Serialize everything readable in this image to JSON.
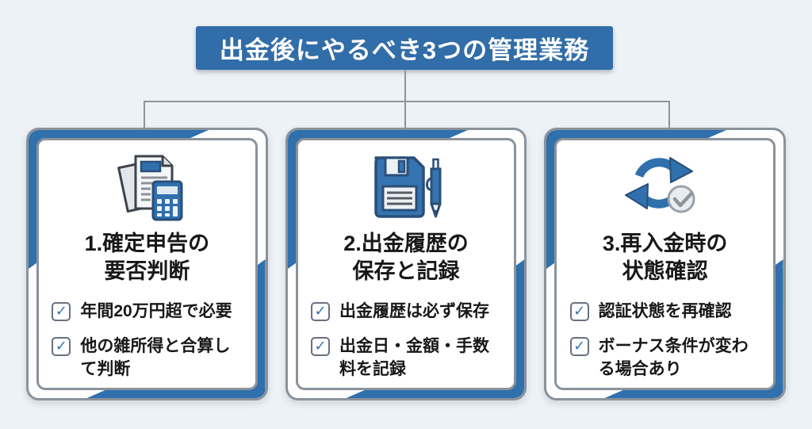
{
  "page": {
    "background": "#edf2f6"
  },
  "colors": {
    "banner_bg": "#316da8",
    "accent_blue": "#3070ad",
    "frame_border": "#8b929a",
    "connector_gray": "#8f9499",
    "checkbox_border": "#687180",
    "check_blue": "#2f76b6",
    "text": "#17181a"
  },
  "header": {
    "title": "出金後にやるべき3つの管理業務"
  },
  "checkbox_mark": "✓",
  "cards": [
    {
      "icon": "documents-calculator-icon",
      "title": "1.確定申告の\n要否判断",
      "items": [
        {
          "text": "年間20万円超で必要"
        },
        {
          "text": "他の雑所得と合算して判断"
        }
      ]
    },
    {
      "icon": "floppy-pen-icon",
      "title": "2.出金履歴の\n保存と記録",
      "items": [
        {
          "text": "出金履歴は必ず保存"
        },
        {
          "text": "出金日・金額・手数料を記録"
        }
      ]
    },
    {
      "icon": "sync-check-icon",
      "title": "3.再入金時の\n状態確認",
      "items": [
        {
          "text": "認証状態を再確認"
        },
        {
          "text": "ボーナス条件が変わる場合あり"
        }
      ]
    }
  ]
}
